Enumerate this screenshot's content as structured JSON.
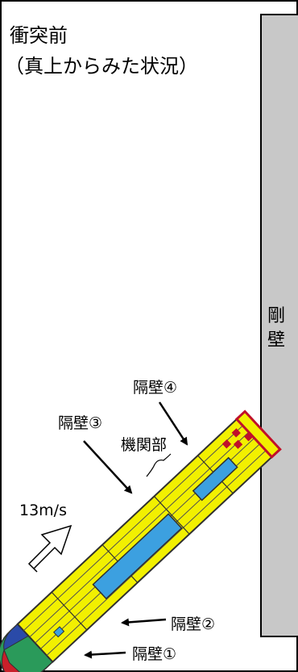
{
  "title": {
    "line1": "衝突前",
    "line2": "（真上からみた状況）"
  },
  "wall": {
    "label_char1": "剛",
    "label_char2": "壁"
  },
  "labels": {
    "bulkhead1": "隔壁①",
    "bulkhead2": "隔壁②",
    "bulkhead3": "隔壁③",
    "bulkhead4": "隔壁④",
    "engine_room": "機関部",
    "speed": "13m/s"
  },
  "colors": {
    "hull": "#f2f000",
    "hull_outline": "#303030",
    "tank": "#3ca0e0",
    "bow_green": "#2a9a5a",
    "bow_blue": "#2a4aa8",
    "bow_red": "#c8202a",
    "stern_red": "#c0102a",
    "wall_fill": "#c8c8c8"
  }
}
